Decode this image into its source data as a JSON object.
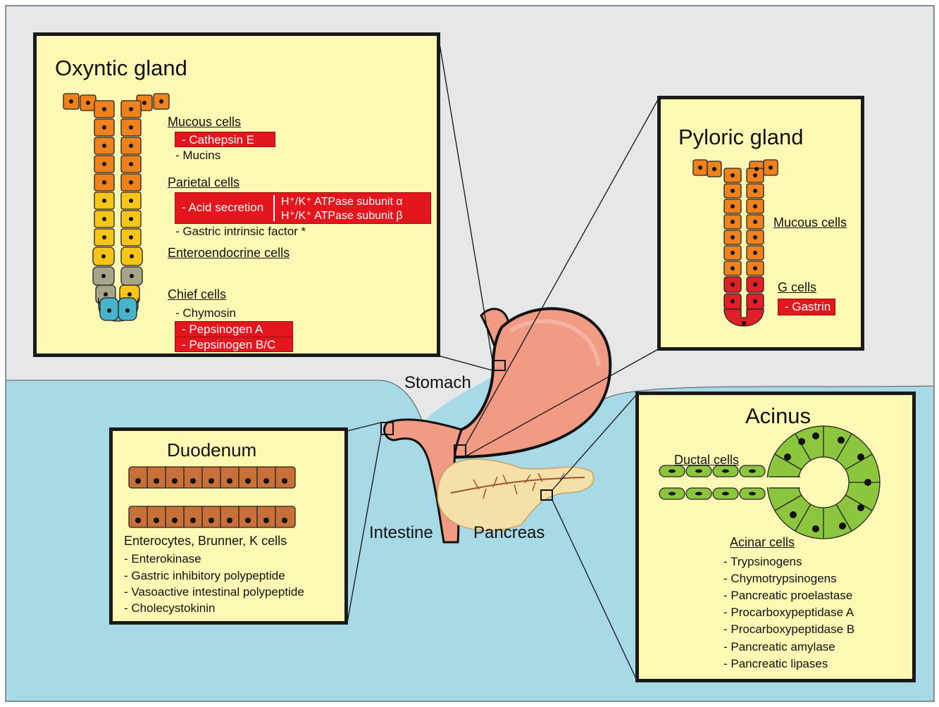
{
  "organs": {
    "stomach": "Stomach",
    "intestine": "Intestine",
    "pancreas": "Pancreas"
  },
  "oxyntic": {
    "title": "Oxyntic gland",
    "mucous_heading": "Mucous cells",
    "mucous_items": [
      "- Cathepsin E",
      "- Mucins"
    ],
    "parietal_heading": "Parietal cells",
    "acid_secretion": "- Acid secretion",
    "atpase_alpha": "H⁺/K⁺ ATPase subunit α",
    "atpase_beta": "H⁺/K⁺ ATPase subunit β",
    "intrinsic_factor": "- Gastric intrinsic factor *",
    "enteroendocrine_heading": "Enteroendocrine cells",
    "chief_heading": "Chief cells",
    "chief_items": [
      "- Chymosin",
      "- Pepsinogen A",
      "- Pepsinogen B/C"
    ]
  },
  "pyloric": {
    "title": "Pyloric gland",
    "mucous_heading": "Mucous cells",
    "g_heading": "G cells",
    "gastrin": "- Gastrin"
  },
  "duodenum": {
    "title": "Duodenum",
    "cells_heading": "Enterocytes, Brunner, K cells",
    "items": [
      "- Enterokinase",
      "- Gastric inhibitory polypeptide",
      "- Vasoactive intestinal polypeptide",
      "- Cholecystokinin"
    ]
  },
  "acinus": {
    "title": "Acinus",
    "ductal_heading": "Ductal cells",
    "acinar_heading": "Acinar cells",
    "items": [
      "- Trypsinogens",
      "- Chymotrypsinogens",
      "- Pancreatic proelastase",
      "- Procarboxypeptidase A",
      "- Procarboxypeptidase B",
      "- Pancreatic amylase",
      "- Pancreatic lipases"
    ]
  },
  "colors": {
    "background_gray": "#e6e7e8",
    "background_blue": "#a8d9e6",
    "panel_fill": "#fdf9b4",
    "highlight_red": "#e3151d",
    "mucous_orange": "#f0821e",
    "parietal_yellow": "#f6c518",
    "chief_blue": "#49b3cc",
    "enteroendocrine_gray": "#a6a58a",
    "gcell_red": "#e01f26",
    "enterocyte_brown": "#c8703a",
    "acinar_green": "#8cc63f",
    "stomach_pink": "#f19a84",
    "pancreas_tan": "#f4e0a8"
  }
}
